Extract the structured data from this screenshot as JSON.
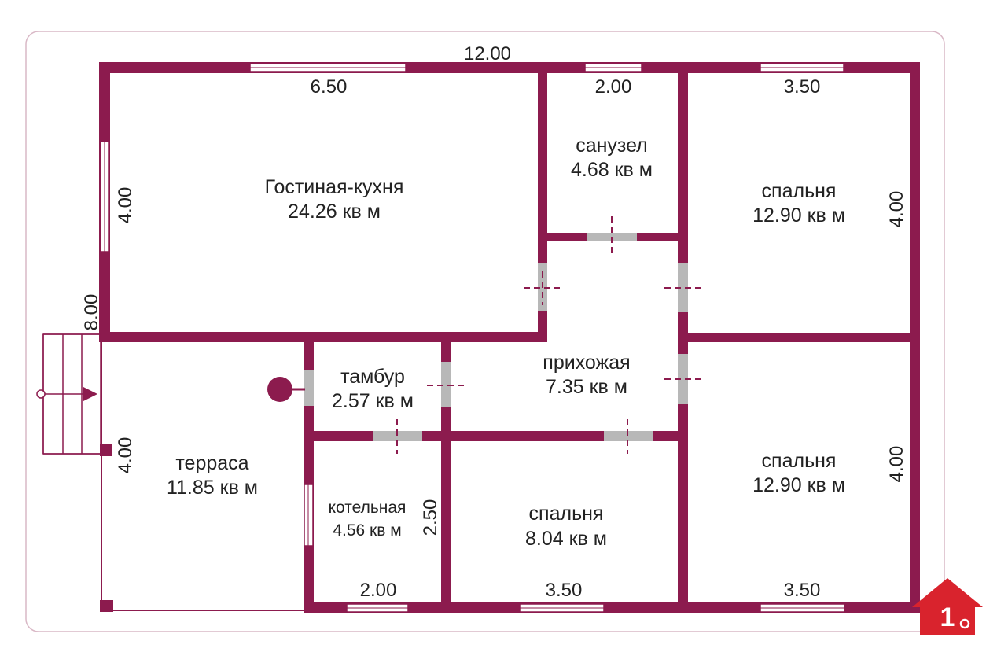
{
  "colors": {
    "wall": "#8c1b4e",
    "frame": "#d9b8c6",
    "opening": "#b8b8b8",
    "door_mark": "#8c1b4e",
    "text": "#222222",
    "logo": "#d9232d"
  },
  "rooms": [
    {
      "name": "Гостиная-кухня",
      "area": "24.26 кв м"
    },
    {
      "name": "санузел",
      "area": "4.68 кв м"
    },
    {
      "name": "спальня",
      "area": "12.90 кв м"
    },
    {
      "name": "прихожая",
      "area": "7.35 кв м"
    },
    {
      "name": "тамбур",
      "area": "2.57 кв м"
    },
    {
      "name": "терраса",
      "area": "11.85 кв м"
    },
    {
      "name": "котельная",
      "area": "4.56 кв м"
    },
    {
      "name": "спальня",
      "area": "8.04 кв м"
    },
    {
      "name": "спальня",
      "area": "12.90 кв м"
    }
  ],
  "dimensions": {
    "total_width": "12.00",
    "living_width": "6.50",
    "bath_width": "2.00",
    "bedroom_top_width": "3.50",
    "living_height": "4.00",
    "total_height": "8.00",
    "bedroom_top_height": "4.00",
    "bedroom_bottom_height": "4.00",
    "terrace_height": "4.00",
    "boiler_height": "2.50",
    "boiler_width": "2.00",
    "bedroom_small_width": "3.50",
    "bedroom_bottom_width": "3.50"
  },
  "icons": {
    "logo": "house-key-logo",
    "stairs": "stairs-icon",
    "chimney": "chimney-icon"
  }
}
